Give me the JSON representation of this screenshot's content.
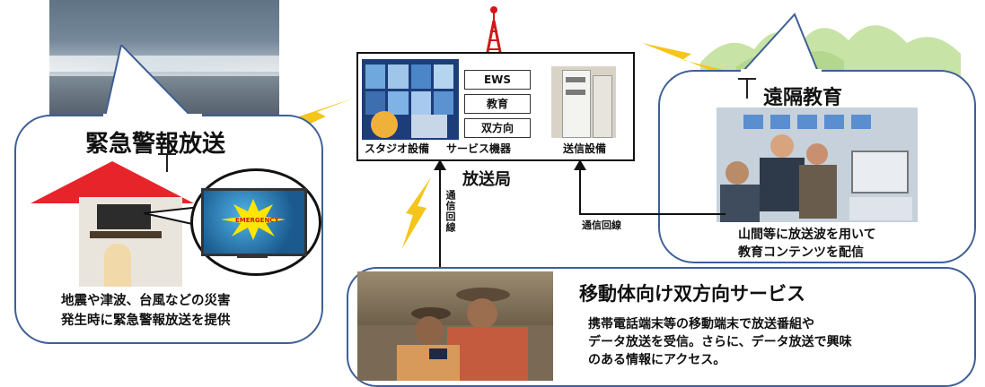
{
  "station": {
    "title": "放送局",
    "studio_label": "スタジオ設備",
    "service_label": "サービス機器",
    "transmit_label": "送信設備",
    "services": [
      "EWS",
      "教育",
      "双方向"
    ]
  },
  "emergency": {
    "title": "緊急警報放送",
    "badge": "EMERGENCY",
    "desc_line1": "地震や津波、台風などの災害",
    "desc_line2": "発生時に緊急警報放送を提供"
  },
  "remote_education": {
    "title": "遠隔教育",
    "desc_line1": "山間等に放送波を用いて",
    "desc_line2": "教育コンテンツを配信"
  },
  "mobile": {
    "title": "移動体向け双方向サービス",
    "desc_line1": "携帯電話端末等の移動端末で放送番組や",
    "desc_line2": "データ放送を受信。さらに、データ放送で興味",
    "desc_line3": "のある情報にアクセス。"
  },
  "links": {
    "vertical_label": "通信回線",
    "horizontal_label": "通信回線"
  },
  "colors": {
    "bubble_border": "#3e5f95",
    "lightning": "#f6c51b",
    "roof": "#e8242b",
    "tower": "#d01818",
    "mountain": "#c8e3a6"
  }
}
